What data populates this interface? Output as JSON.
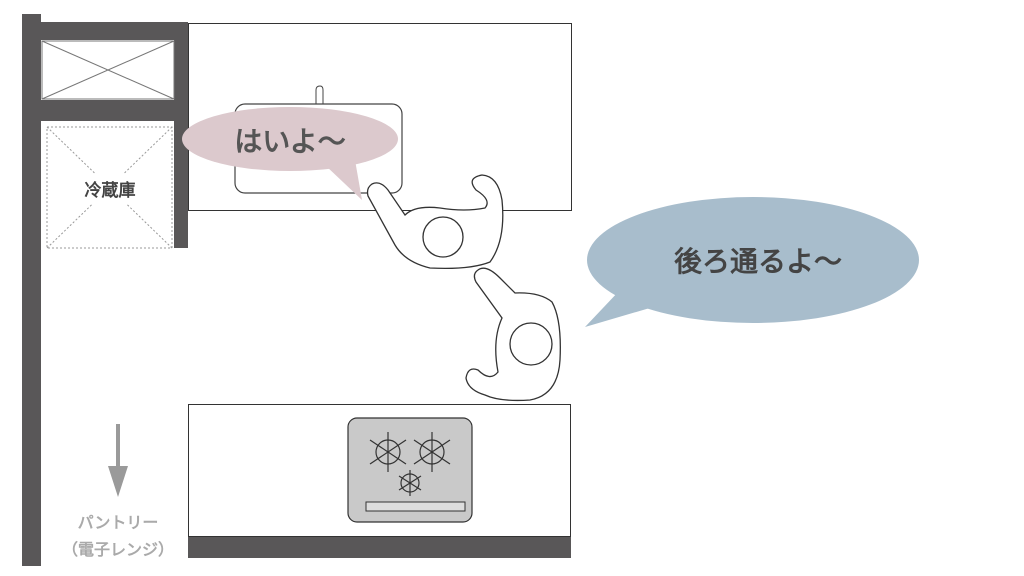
{
  "labels": {
    "fridge": "冷蔵庫",
    "pantry": "パントリー",
    "microwave": "（電子レンジ）"
  },
  "speech": {
    "person1": "はいよ～",
    "person2": "後ろ通るよ～"
  },
  "colors": {
    "wall": "#595758",
    "bubble1": "#dcc9cd",
    "bubble2": "#a8bdcc",
    "stove": "#c9c9c9",
    "arrow": "#9a9a9a"
  }
}
